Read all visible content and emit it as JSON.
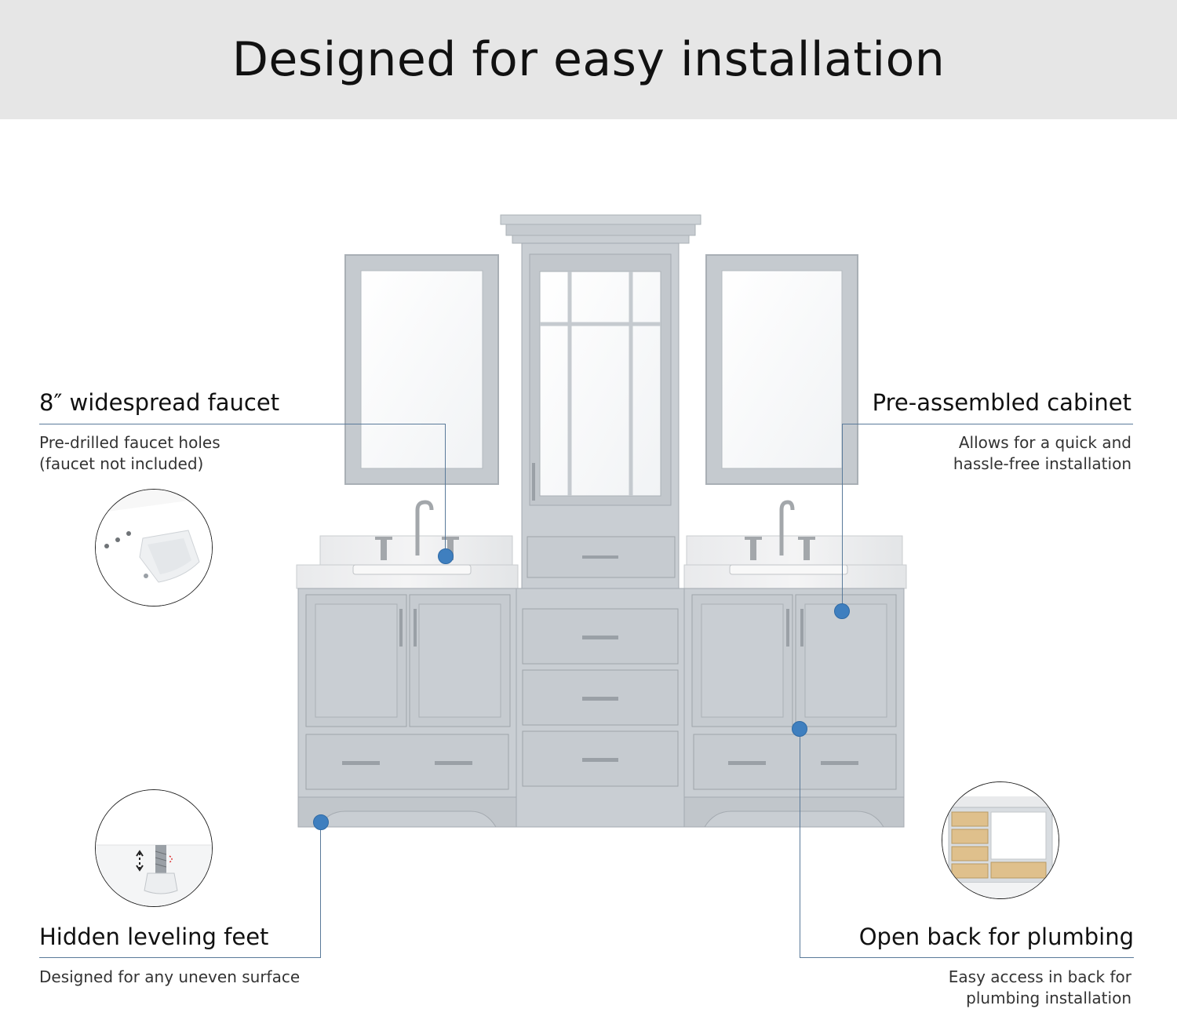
{
  "header": {
    "title": "Designed for easy installation"
  },
  "features": {
    "faucet": {
      "title": "8″ widespread faucet",
      "desc": [
        "Pre-drilled faucet holes",
        "(faucet not included)"
      ]
    },
    "cabinet": {
      "title": "Pre-assembled cabinet",
      "desc": [
        "Allows for  a quick and",
        "hassle-free installation"
      ]
    },
    "feet": {
      "title": "Hidden leveling feet",
      "desc": [
        "Designed for any uneven surface"
      ]
    },
    "plumbing": {
      "title": "Open back for plumbing",
      "desc": [
        "Easy access in back for",
        "plumbing installation"
      ]
    }
  },
  "icons": {
    "faucet_thumb": "sink-closeup-icon",
    "feet_thumb": "leveling-foot-icon",
    "plumbing_thumb": "open-back-cabinet-icon"
  },
  "colors": {
    "banner_bg": "#e6e6e6",
    "callout_dot": "#3f7fbf",
    "callout_line": "#5a7a9a",
    "cabinet_gray": "#c9ced3"
  }
}
